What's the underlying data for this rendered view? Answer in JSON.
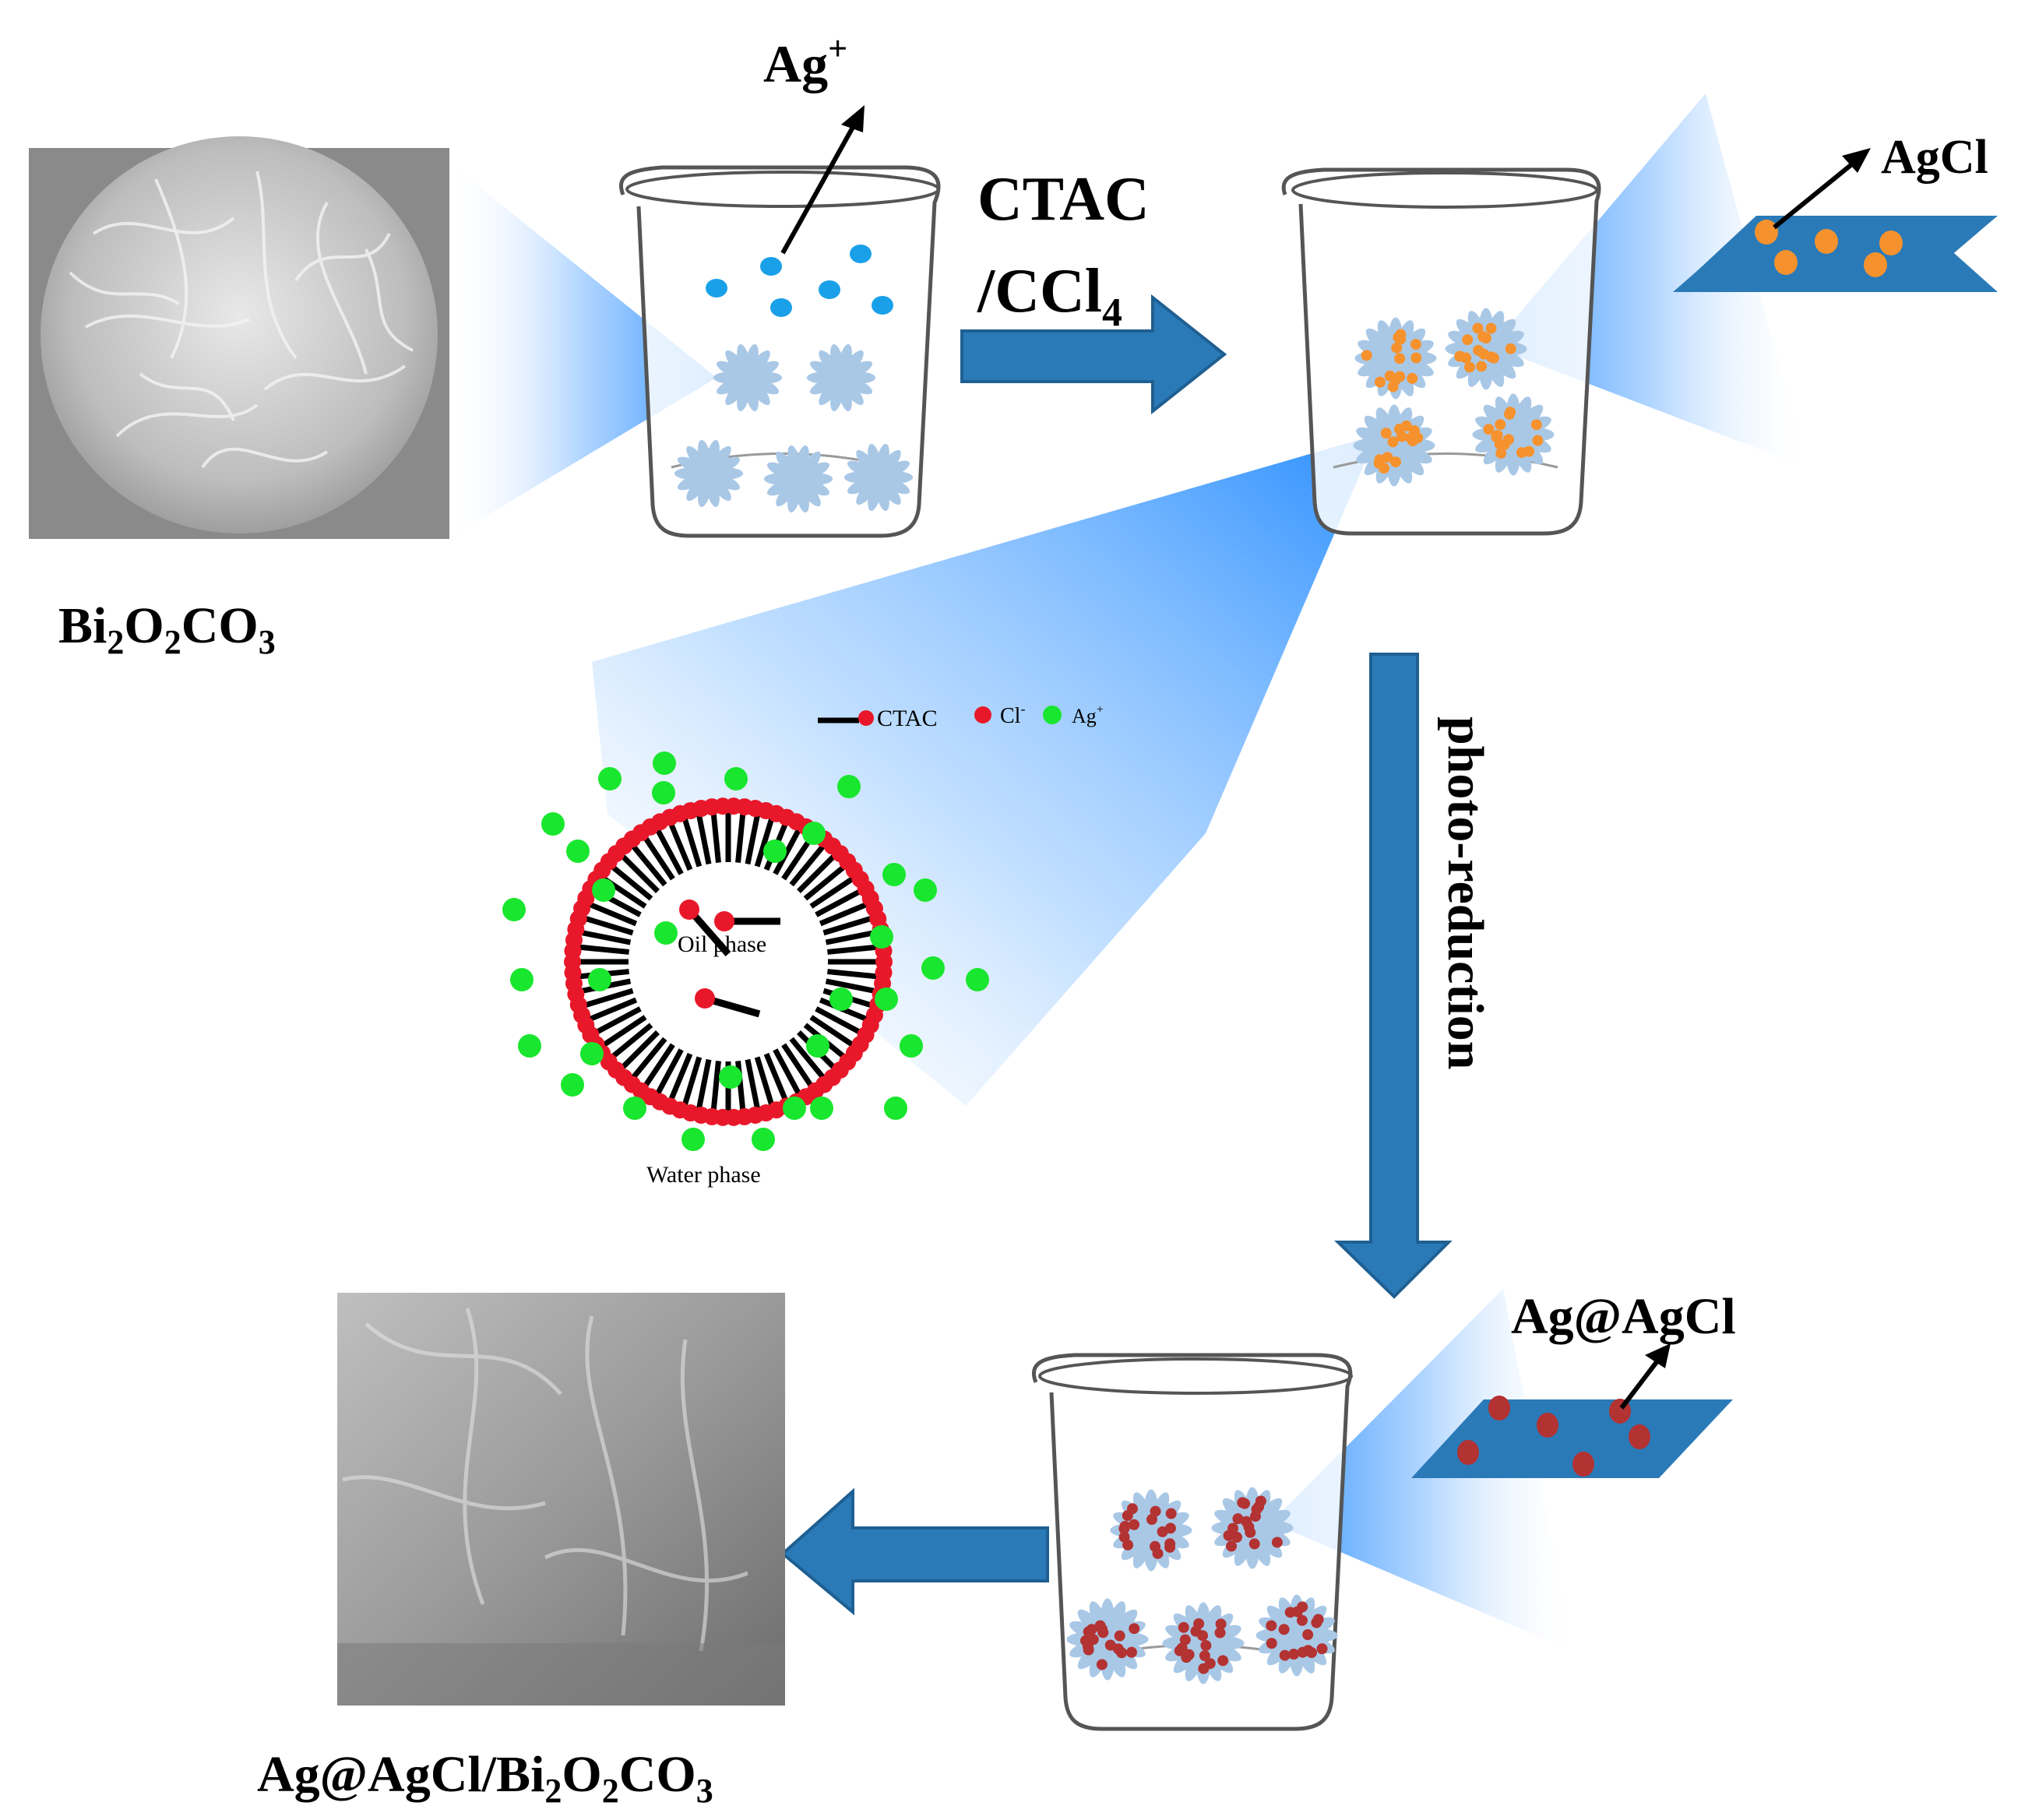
{
  "labels": {
    "ag_plus_main": "Ag",
    "ag_plus_sup": "+",
    "agcl": "AgCl",
    "agagcl": "Ag@AgCl",
    "ctac_line1": "CTAC",
    "ctac_line2_pre": "/CCl",
    "ctac_line2_sub": "4",
    "photo_reduction": "photo-reduction",
    "bi_1": "Bi",
    "bi_sub1": "2",
    "bi_2": "O",
    "bi_sub2": "2",
    "bi_3": "CO",
    "bi_sub3": "3",
    "final_1": "Ag@AgCl/Bi",
    "final_sub1": "2",
    "final_2": "O",
    "final_sub2": "2",
    "final_3": "CO",
    "final_sub3": "3"
  },
  "legend": {
    "ctac": "CTAC",
    "cl_main": "Cl",
    "cl_sup": "-",
    "ag_main": "Ag",
    "ag_sup": "+"
  },
  "micelle": {
    "oil_phase": "Oil phase",
    "water_phase": "Water phase"
  },
  "colors": {
    "arrow_blue": "#2a7ab8",
    "arrow_outline": "#1f5f91",
    "ag_ion": "#1aa0e8",
    "agcl_particle": "#f6922e",
    "ag_particle": "#b33232",
    "flower": "#a9c8e6",
    "cl_red": "#e8182a",
    "ag_green": "#19e62e",
    "sheet_blue": "#2a7ab8"
  }
}
